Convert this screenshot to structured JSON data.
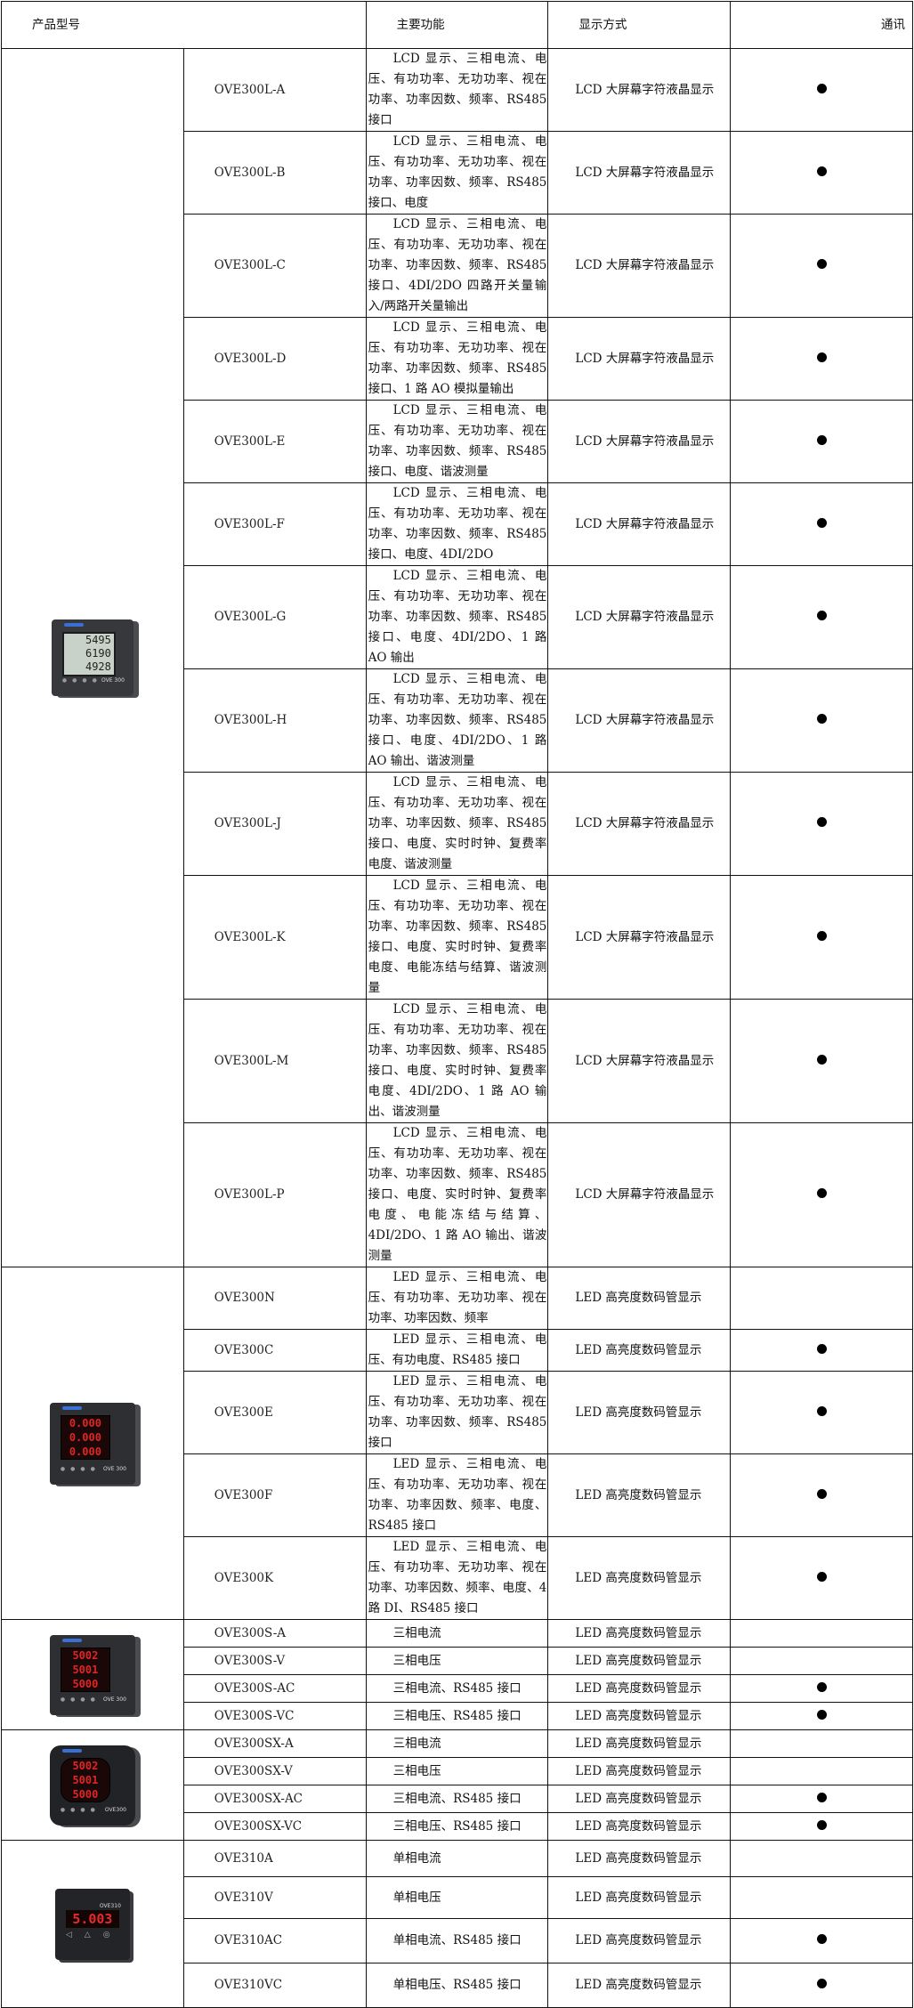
{
  "header": {
    "model": "产品型号",
    "function": "主要功能",
    "display": "显示方式",
    "comm": "通讯"
  },
  "groups": [
    {
      "image": {
        "type": "lcd-panel-meter",
        "readings": [
          "5495",
          "6190",
          "4928"
        ],
        "label": "OVE 300"
      },
      "rows": [
        {
          "model": "OVE300L-A",
          "function": "LCD 显示、三相电流、电压、有功功率、无功功率、视在功率、功率因数、频率、RS485 接口",
          "display": "LCD 大屏幕字符液晶显示",
          "comm": "●"
        },
        {
          "model": "OVE300L-B",
          "function": "LCD 显示、三相电流、电压、有功功率、无功功率、视在功率、功率因数、频率、RS485 接口、电度",
          "display": "LCD 大屏幕字符液晶显示",
          "comm": "●"
        },
        {
          "model": "OVE300L-C",
          "function": "LCD 显示、三相电流、电压、有功功率、无功功率、视在功率、功率因数、频率、RS485 接口、4DI/2DO 四路开关量输入/两路开关量输出",
          "display": "LCD 大屏幕字符液晶显示",
          "comm": "●"
        },
        {
          "model": "OVE300L-D",
          "function": "LCD 显示、三相电流、电压、有功功率、无功功率、视在功率、功率因数、频率、RS485 接口、1 路 AO 模拟量输出",
          "display": "LCD 大屏幕字符液晶显示",
          "comm": "●"
        },
        {
          "model": "OVE300L-E",
          "function": "LCD 显示、三相电流、电压、有功功率、无功功率、视在功率、功率因数、频率、RS485 接口、电度、谐波测量",
          "display": "LCD 大屏幕字符液晶显示",
          "comm": "●"
        },
        {
          "model": "OVE300L-F",
          "function": "LCD 显示、三相电流、电压、有功功率、无功功率、视在功率、功率因数、频率、RS485 接口、电度、4DI/2DO",
          "display": "LCD 大屏幕字符液晶显示",
          "comm": "●"
        },
        {
          "model": "OVE300L-G",
          "function": "LCD 显示、三相电流、电压、有功功率、无功功率、视在功率、功率因数、频率、RS485 接口、电度、4DI/2DO、1 路 AO 输出",
          "display": "LCD 大屏幕字符液晶显示",
          "comm": "●"
        },
        {
          "model": "OVE300L-H",
          "function": "LCD 显示、三相电流、电压、有功功率、无功功率、视在功率、功率因数、频率、RS485 接口、电度、4DI/2DO、1 路 AO 输出、谐波测量",
          "display": "LCD 大屏幕字符液晶显示",
          "comm": "●"
        },
        {
          "model": "OVE300L-J",
          "function": "LCD 显示、三相电流、电压、有功功率、无功功率、视在功率、功率因数、频率、RS485 接口、电度、实时时钟、复费率电度、谐波测量",
          "display": "LCD 大屏幕字符液晶显示",
          "comm": "●"
        },
        {
          "model": "OVE300L-K",
          "function": "LCD 显示、三相电流、电压、有功功率、无功功率、视在功率、功率因数、频率、RS485 接口、电度、实时时钟、复费率电度、电能冻结与结算、谐波测量",
          "display": "LCD 大屏幕字符液晶显示",
          "comm": "●"
        },
        {
          "model": "OVE300L-M",
          "function": "LCD 显示、三相电流、电压、有功功率、无功功率、视在功率、功率因数、频率、RS485 接口、电度、实时时钟、复费率电度、4DI/2DO、1 路 AO 输出、谐波测量",
          "display": "LCD 大屏幕字符液晶显示",
          "comm": "●"
        },
        {
          "model": "OVE300L-P",
          "function": "LCD 显示、三相电流、电压、有功功率、无功功率、视在功率、功率因数、频率、RS485 接口、电度、实时时钟、复费率电度、电能冻结与结算、4DI/2DO、1 路 AO 输出、谐波测量",
          "display": "LCD 大屏幕字符液晶显示",
          "comm": "●"
        }
      ]
    },
    {
      "image": {
        "type": "led-panel-meter",
        "readings": [
          "0.000",
          "0.000",
          "0.000"
        ],
        "label": "OVE 300"
      },
      "rows": [
        {
          "model": "OVE300N",
          "function": "LED 显示、三相电流、电压、有功功率、无功功率、视在功率、功率因数、频率",
          "display": "LED 高亮度数码管显示",
          "comm": ""
        },
        {
          "model": "OVE300C",
          "function": "LED 显示、三相电流、电压、有功电度、RS485 接口",
          "display": "LED 高亮度数码管显示",
          "comm": "●"
        },
        {
          "model": "OVE300E",
          "function": "LED 显示、三相电流、电压、有功功率、无功功率、视在功率、功率因数、频率、RS485 接口",
          "display": "LED 高亮度数码管显示",
          "comm": "●"
        },
        {
          "model": "OVE300F",
          "function": "LED 显示、三相电流、电压、有功功率、无功功率、视在功率、功率因数、频率、电度、RS485 接口",
          "display": "LED 高亮度数码管显示",
          "comm": "●"
        },
        {
          "model": "OVE300K",
          "function": "LED 显示、三相电流、电压、有功功率、无功功率、视在功率、功率因数、频率、电度、4 路 DI、RS485 接口",
          "display": "LED 高亮度数码管显示",
          "comm": "●"
        }
      ]
    },
    {
      "image": {
        "type": "led-panel-meter-s",
        "readings": [
          "5002",
          "5001",
          "5000"
        ],
        "label": "OVE 300"
      },
      "rows": [
        {
          "model": "OVE300S-A",
          "function": "三相电流",
          "display": "LED 高亮度数码管显示",
          "comm": ""
        },
        {
          "model": "OVE300S-V",
          "function": "三相电压",
          "display": "LED 高亮度数码管显示",
          "comm": ""
        },
        {
          "model": "OVE300S-AC",
          "function": "三相电流、RS485 接口",
          "display": "LED 高亮度数码管显示",
          "comm": "●"
        },
        {
          "model": "OVE300S-VC",
          "function": "三相电压、RS485 接口",
          "display": "LED 高亮度数码管显示",
          "comm": "●"
        }
      ]
    },
    {
      "image": {
        "type": "led-panel-meter-sx",
        "readings": [
          "5002",
          "5001",
          "5000"
        ],
        "label": "OVE300"
      },
      "rows": [
        {
          "model": "OVE300SX-A",
          "function": "三相电流",
          "display": "LED 高亮度数码管显示",
          "comm": ""
        },
        {
          "model": "OVE300SX-V",
          "function": "三相电压",
          "display": "LED 高亮度数码管显示",
          "comm": ""
        },
        {
          "model": "OVE300SX-AC",
          "function": "三相电流、RS485 接口",
          "display": "LED 高亮度数码管显示",
          "comm": "●"
        },
        {
          "model": "OVE300SX-VC",
          "function": "三相电压、RS485 接口",
          "display": "LED 高亮度数码管显示",
          "comm": "●"
        }
      ]
    },
    {
      "image": {
        "type": "single-phase-meter",
        "readings": [
          "5.003"
        ],
        "label": "OVE310"
      },
      "rows": [
        {
          "model": "OVE310A",
          "function": "单相电流",
          "display": "LED 高亮度数码管显示",
          "comm": ""
        },
        {
          "model": "OVE310V",
          "function": "单相电压",
          "display": "LED 高亮度数码管显示",
          "comm": ""
        },
        {
          "model": "OVE310AC",
          "function": "单相电流、RS485 接口",
          "display": "LED 高亮度数码管显示",
          "comm": "●"
        },
        {
          "model": "OVE310VC",
          "function": "单相电压、RS485 接口",
          "display": "LED 高亮度数码管显示",
          "comm": "●"
        }
      ]
    }
  ]
}
